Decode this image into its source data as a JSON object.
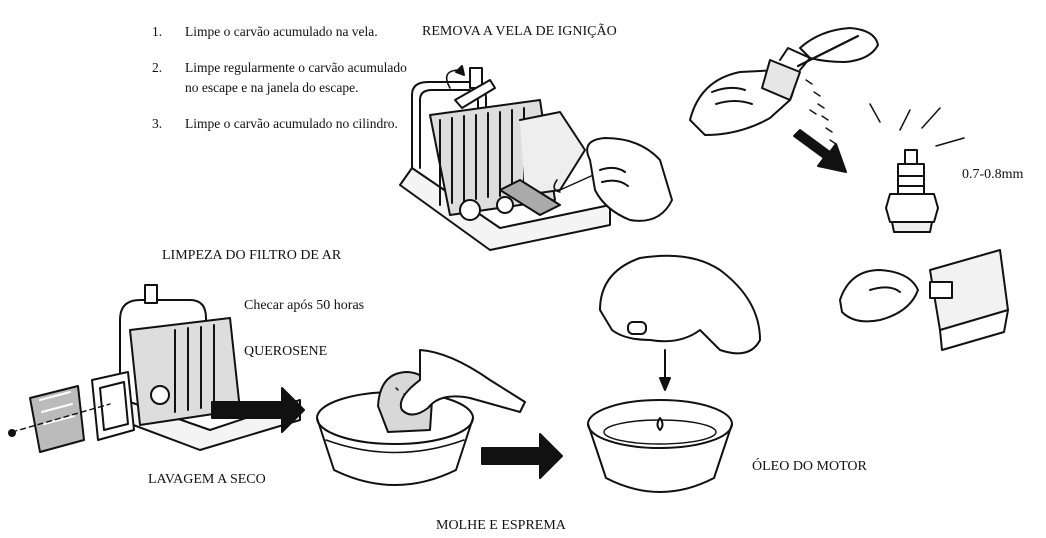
{
  "steps": [
    {
      "num": "1.",
      "text": "Limpe o carvão acumulado na vela."
    },
    {
      "num": "2.",
      "text": "Limpe regularmente o carvão acumulado no escape e na janela do escape."
    },
    {
      "num": "3.",
      "text": "Limpe o carvão acumulado no cilindro."
    }
  ],
  "labels": {
    "remove_spark_plug": "REMOVA A VELA DE IGNIÇÃO",
    "gap": "0.7-0.8mm",
    "air_filter_title": "LIMPEZA DO FILTRO DE AR",
    "check_interval": "Checar após 50 horas",
    "kerosene": "QUEROSENE",
    "dry_wash": "LAVAGEM A SECO",
    "wet_squeeze": "MOLHE E ESPREMA",
    "engine_oil": "ÓLEO DO MOTOR"
  }
}
